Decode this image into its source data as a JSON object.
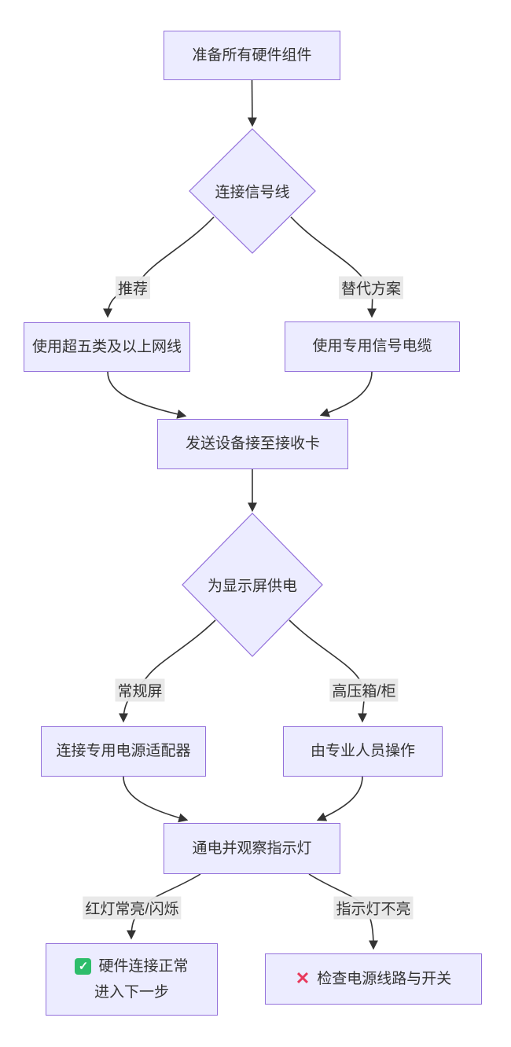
{
  "diagram": {
    "nodes": {
      "prepare": {
        "label": "准备所有硬件组件"
      },
      "connect_signal": {
        "label": "连接信号线"
      },
      "cat5e_cable": {
        "label": "使用超五类及以上网线"
      },
      "dedicated_cable": {
        "label": "使用专用信号电缆"
      },
      "sender_to_receiver": {
        "label": "发送设备接至接收卡"
      },
      "power_display": {
        "label": "为显示屏供电"
      },
      "power_adapter": {
        "label": "连接专用电源适配器"
      },
      "professional": {
        "label": "由专业人员操作"
      },
      "power_on_observe": {
        "label": "通电并观察指示灯"
      },
      "hw_ok": {
        "line1": "硬件连接正常",
        "line2": "进入下一步"
      },
      "check_power": {
        "label": "检查电源线路与开关"
      }
    },
    "edge_labels": {
      "recommended": "推荐",
      "alternative": "替代方案",
      "regular_screen": "常规屏",
      "hv_cabinet": "高压箱/柜",
      "red_light_on": "红灯常亮/闪烁",
      "light_off": "指示灯不亮"
    },
    "icons": {
      "check_icon": "✓",
      "cross_icon": "✕"
    },
    "colors": {
      "node_fill": "#ECECFF",
      "node_border": "#9370DB",
      "edge_line": "#333333",
      "edge_label_bg": "#e8e8e8",
      "text": "#333333",
      "check_green": "#2ebd6b",
      "cross_red": "#e8395c"
    }
  }
}
